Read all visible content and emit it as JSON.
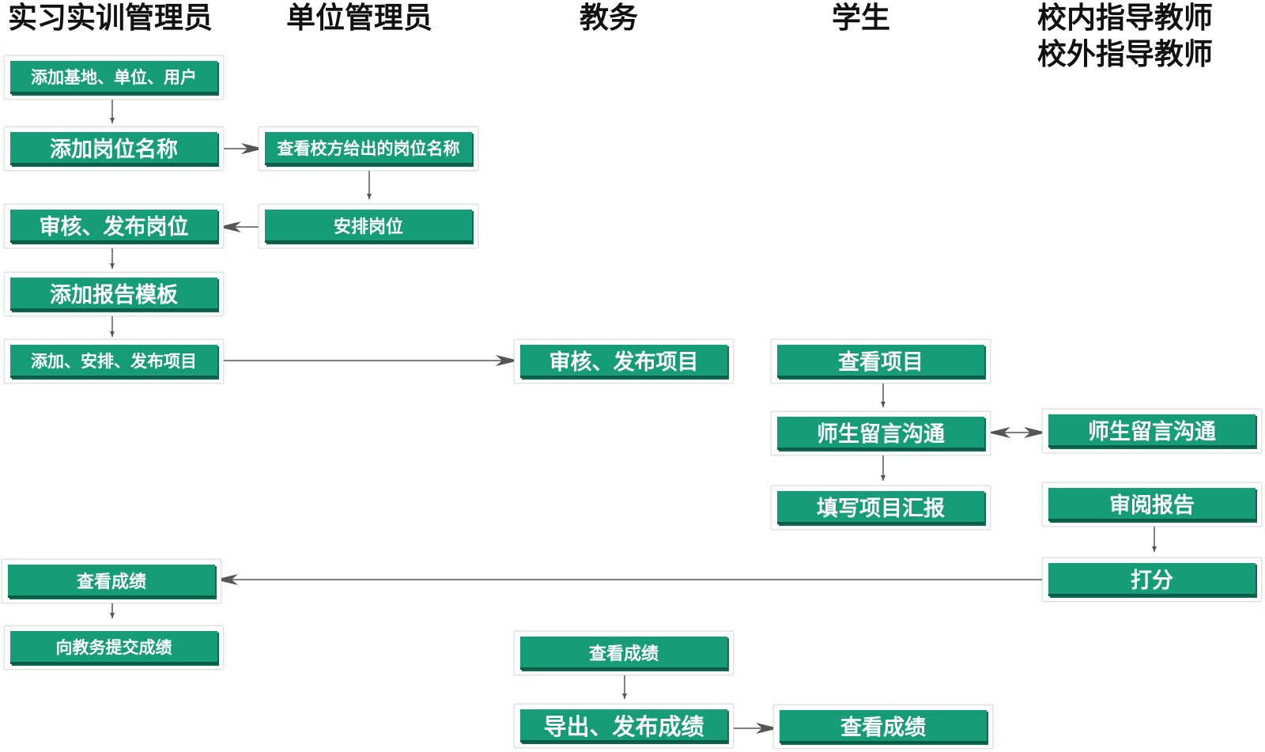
{
  "headers": {
    "col1": "实习实训管理员",
    "col2": "单位管理员",
    "col3": "教务",
    "col4": "学生",
    "col5_line1": "校内指导教师",
    "col5_line2": "校外指导教师"
  },
  "nodes": {
    "add_base": "添加基地、单位、用户",
    "add_post_name": "添加岗位名称",
    "view_post_name": "查看校方给出的岗位名称",
    "review_publish_post": "审核、发布岗位",
    "arrange_post": "安排岗位",
    "add_report_template": "添加报告模板",
    "add_arrange_publish_project": "添加、安排、发布项目",
    "review_publish_project": "审核、发布项目",
    "view_project": "查看项目",
    "student_message": "师生留言沟通",
    "teacher_message": "师生留言沟通",
    "fill_project_report": "填写项目汇报",
    "review_report": "审阅报告",
    "score": "打分",
    "admin_view_score": "查看成绩",
    "submit_score": "向教务提交成绩",
    "affairs_view_score": "查看成绩",
    "export_publish_score": "导出、发布成绩",
    "student_view_score": "查看成绩"
  },
  "colors": {
    "node_fill": "#179c78",
    "node_text": "#ffffff",
    "arrow": "#555555"
  }
}
